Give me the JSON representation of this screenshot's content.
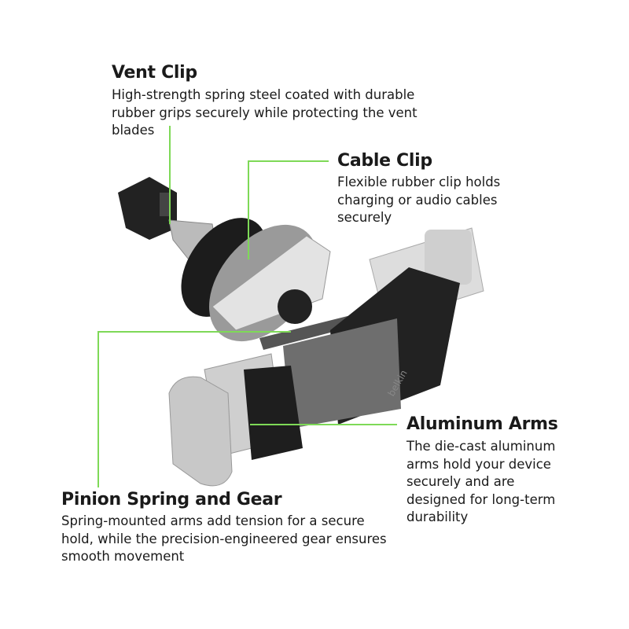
{
  "accent_color": "#7ed957",
  "callouts": {
    "vent_clip": {
      "title": "Vent Clip",
      "description": "High-strength spring steel coated with durable rubber grips securely while protecting the vent blades"
    },
    "cable_clip": {
      "title": "Cable Clip",
      "description": "Flexible rubber clip holds charging or audio cables securely"
    },
    "aluminum_arms": {
      "title": "Aluminum Arms",
      "description": "The die-cast aluminum arms hold your device securely and are designed for long-term durability"
    },
    "pinion": {
      "title": "Pinion Spring and Gear",
      "description": "Spring-mounted arms add tension for a secure hold, while the precision-engineered gear ensures smooth movement"
    }
  },
  "product": {
    "brand_mark": "belkin"
  }
}
